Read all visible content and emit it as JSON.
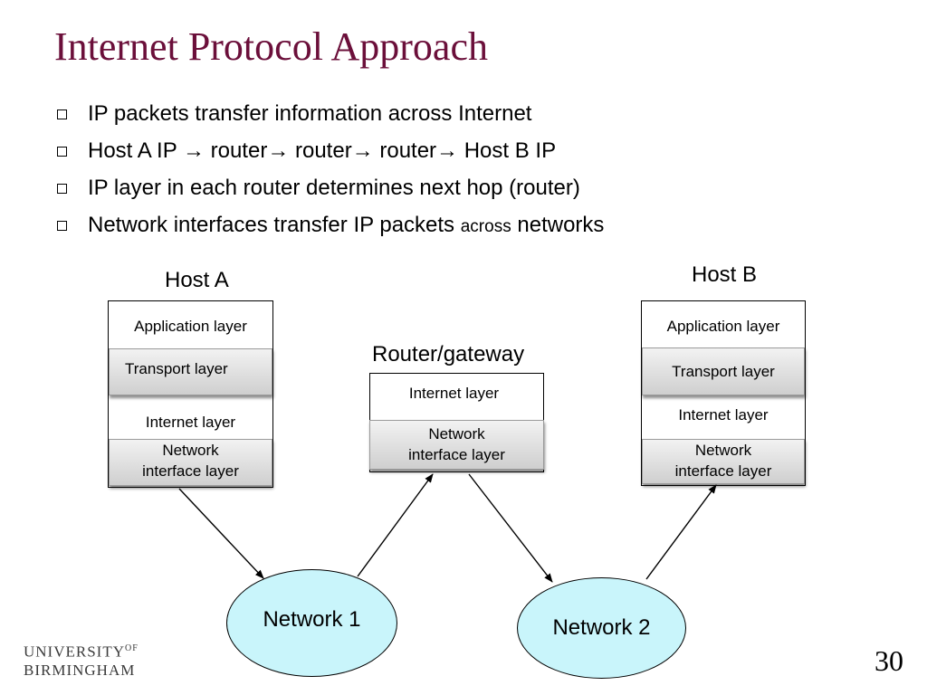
{
  "title": "Internet Protocol Approach",
  "bullets": [
    {
      "text": "IP packets transfer information across Internet"
    },
    {
      "text": "Host A IP → router→ router→ router→ Host B IP"
    },
    {
      "text": "IP layer in each router determines next hop (router)"
    },
    {
      "text_a": "Network interfaces transfer IP packets ",
      "text_small": "across",
      "text_b": " networks"
    }
  ],
  "diagram": {
    "host_a": {
      "label": "Host A",
      "layers": [
        "Application layer",
        "Transport layer",
        "Internet layer",
        "Network",
        "interface layer"
      ]
    },
    "router": {
      "label": "Router/gateway",
      "layers": [
        "Internet layer",
        "Network",
        "interface layer"
      ]
    },
    "host_b": {
      "label": "Host B",
      "layers": [
        "Application layer",
        "Transport layer",
        "Internet layer",
        "Network",
        "interface layer"
      ]
    },
    "networks": [
      "Network 1",
      "Network 2"
    ]
  },
  "footer": {
    "logo_line1": "UNIVERSITY",
    "logo_of": "OF",
    "logo_line2": "BIRMINGHAM",
    "page_number": "30"
  }
}
